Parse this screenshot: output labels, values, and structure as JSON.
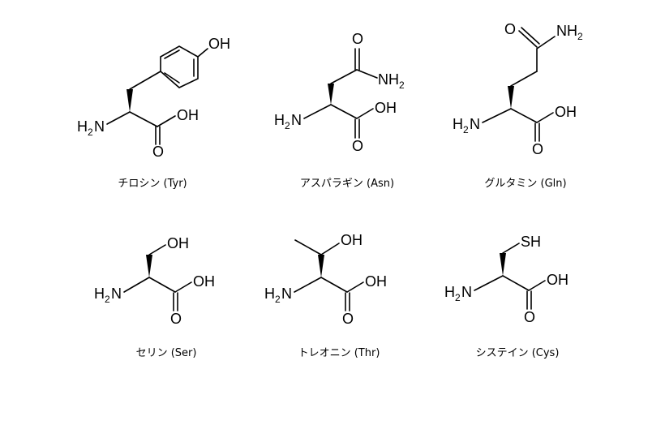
{
  "atoms": {
    "oh": "OH",
    "o": "O",
    "h": "H",
    "n": "N",
    "nh": "NH",
    "two": "2",
    "sh": "SH"
  },
  "molecules": [
    {
      "key": "tyr",
      "caption": "チロシン (Tyr)"
    },
    {
      "key": "asn",
      "caption": "アスパラギン (Asn)"
    },
    {
      "key": "gln",
      "caption": "グルタミン (Gln)"
    },
    {
      "key": "ser",
      "caption": "セリン (Ser)"
    },
    {
      "key": "thr",
      "caption": "トレオニン (Thr)"
    },
    {
      "key": "cys",
      "caption": "システイン (Cys)"
    }
  ]
}
